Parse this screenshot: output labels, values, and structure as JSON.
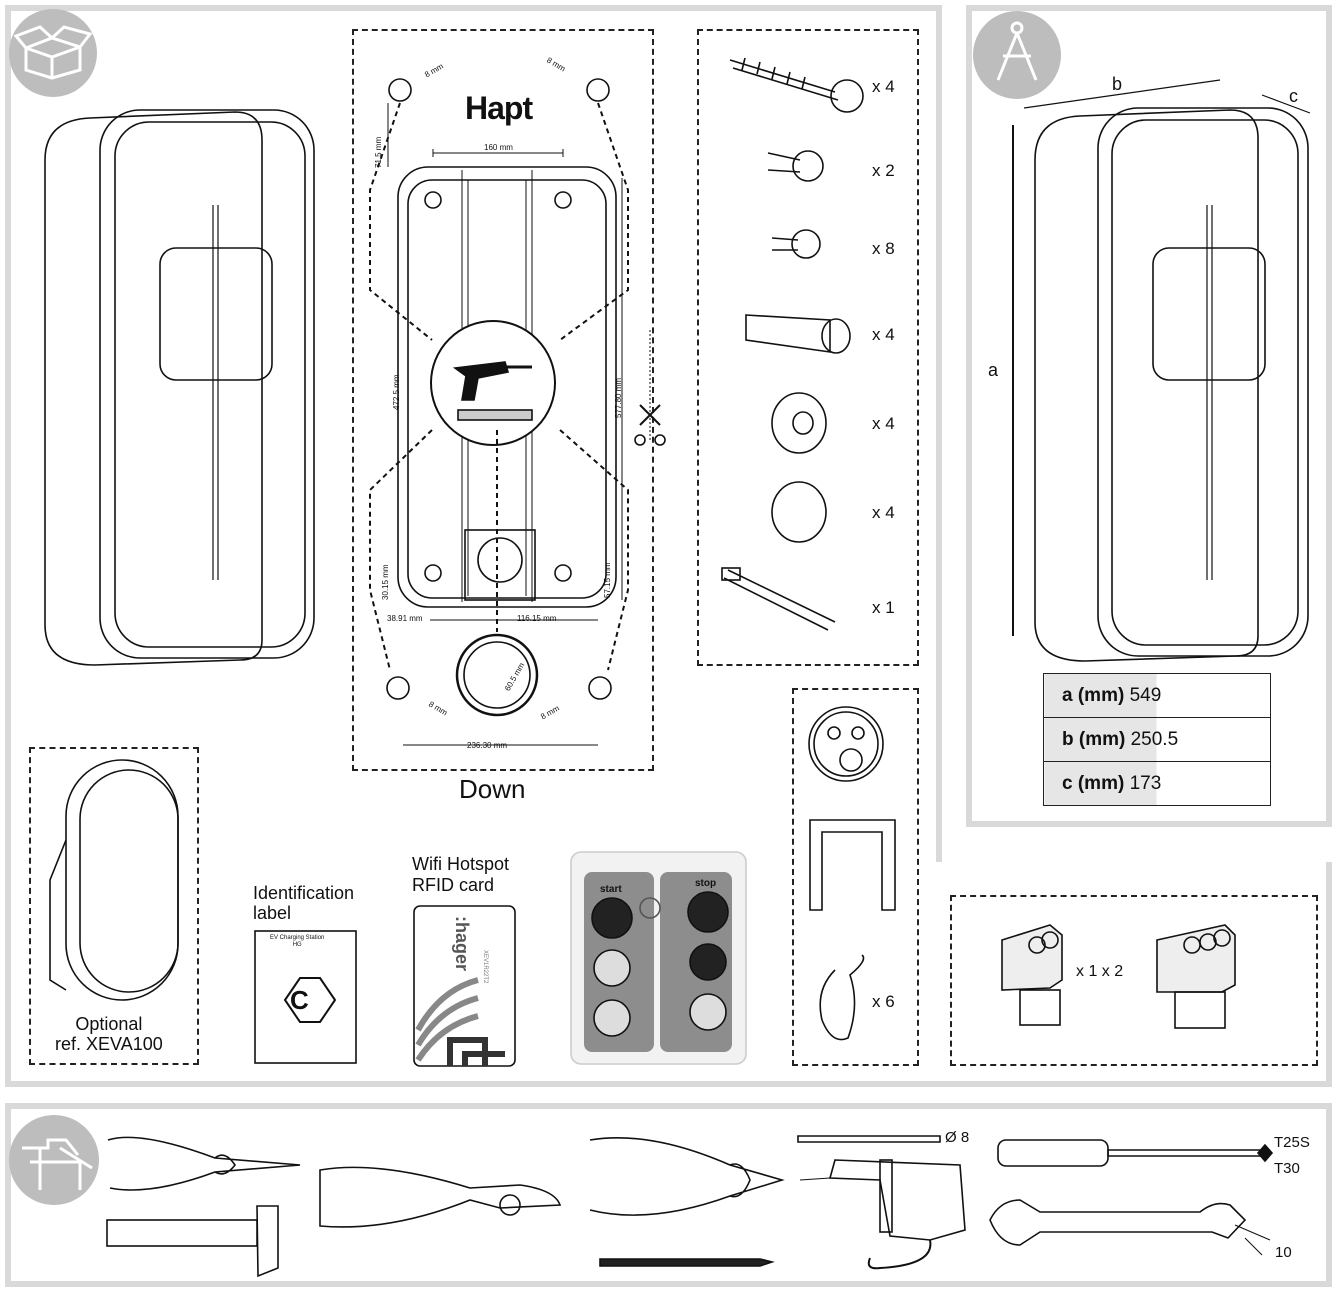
{
  "top_label": "Hapt",
  "bottom_label": "Down",
  "mount_dims": {
    "d160": "160 mm",
    "d71": "71,5 mm",
    "d472": "472.5 mm",
    "d577": "577.80 mm",
    "d30": "30.15 mm",
    "d57": "57.15 mm",
    "d38": "38.91 mm",
    "d116": "116.15 mm",
    "d236": "236.30 mm",
    "d605": "60.5 mm",
    "hole_tl": "8 mm",
    "hole_tr": "8 mm",
    "hole_bl": "8 mm",
    "hole_br": "8 mm"
  },
  "parts": [
    {
      "name": "screw-long",
      "qty": "x 4"
    },
    {
      "name": "screw-short",
      "qty": "x 2"
    },
    {
      "name": "screw-mini",
      "qty": "x 8"
    },
    {
      "name": "wall-plug",
      "qty": "x 4"
    },
    {
      "name": "washer",
      "qty": "x 4"
    },
    {
      "name": "cap",
      "qty": "x 4"
    },
    {
      "name": "bit",
      "qty": "x 1"
    }
  ],
  "cable_tie_qty": "x 6",
  "connector_qty": "x 1 x 2",
  "optional_label": "Optional\nref. XEVA100",
  "id_label": "Identification\nlabel",
  "id_label_small": "EV Charging Station\nHG",
  "id_symbol": "C",
  "rfid_label": "Wifi Hotspot\nRFID card",
  "rfid_brand": ":hager",
  "rfid_small": "XEV1R22T2",
  "sticker": {
    "start": "start",
    "stop": "stop"
  },
  "dims_axes": {
    "a": "a",
    "b": "b",
    "c": "c"
  },
  "dims_table": [
    {
      "key": "a (mm)",
      "value": "549"
    },
    {
      "key": "b (mm)",
      "value": "250.5"
    },
    {
      "key": "c (mm)",
      "value": "173"
    }
  ],
  "tools": {
    "drill_bit": "Ø 8",
    "torx_a": "T25S",
    "torx_b": "T30",
    "wrench": "10"
  },
  "colors": {
    "panel_border": "#d9d9d9",
    "icon_circle": "#bdbdbd",
    "table_shade": "#e6e6e6"
  }
}
